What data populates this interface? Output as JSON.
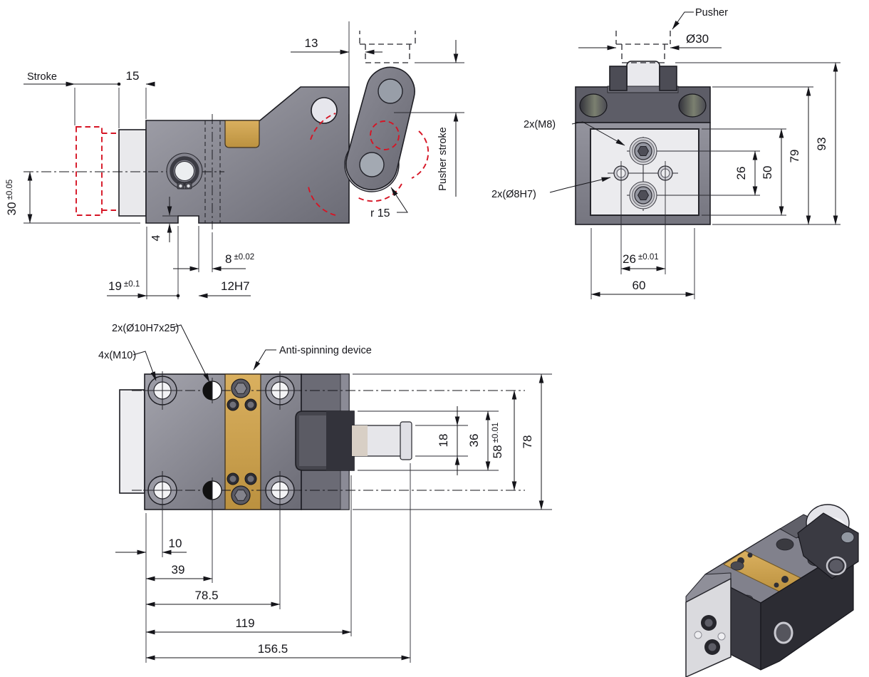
{
  "colors": {
    "body_gray": "#8f8f99",
    "dark_gray": "#4c4c55",
    "gold_accent": "#cda054",
    "highlight_red": "#d61525",
    "face_white": "#ebebee",
    "line_black": "#15151a"
  },
  "side_view": {
    "stroke_label": "Stroke",
    "dim_15": "15",
    "dim_13": "13",
    "pusher_stroke_label": "Pusher stroke",
    "radius_label": "r 15",
    "dim_30": {
      "value": "30",
      "tol": "±0.05"
    },
    "dim_4": "4",
    "dim_8": {
      "value": "8",
      "tol": "±0.02"
    },
    "dim_19": {
      "value": "19",
      "tol": "±0.1"
    },
    "dim_12h7": "12H7"
  },
  "front_view": {
    "pusher_label": "Pusher",
    "dia_30": "Ø30",
    "m8_label": "2x(M8)",
    "dowel_label": "2x(Ø8H7)",
    "dim_26": "26",
    "dim_50": "50",
    "dim_79": "79",
    "dim_93": "93",
    "dim_26_tol": {
      "value": "26",
      "tol": "±0.01"
    },
    "dim_60": "60"
  },
  "plan_view": {
    "dowel_label": "2x(Ø10H7x25)",
    "m10_label": "4x(M10)",
    "antispin_label": "Anti-spinning device",
    "dim_18": "18",
    "dim_36": "36",
    "dim_58": {
      "value": "58",
      "tol": "±0.01"
    },
    "dim_78": "78",
    "dim_10": "10",
    "dim_39": "39",
    "dim_78_5": "78.5",
    "dim_119": "119",
    "dim_156_5": "156.5"
  }
}
